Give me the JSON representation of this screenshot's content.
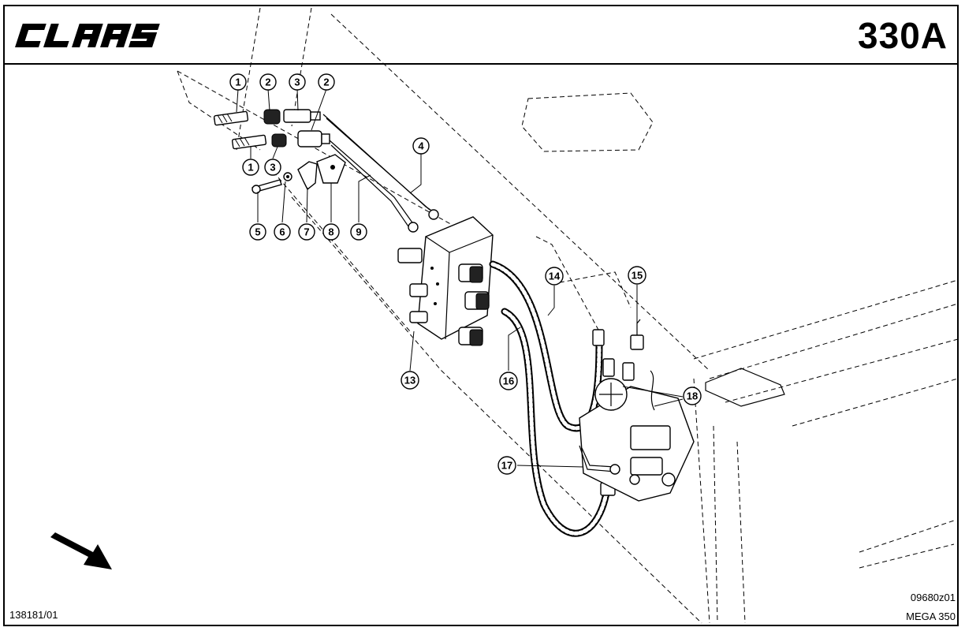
{
  "header": {
    "brand": "CLAAS",
    "page_code": "330A"
  },
  "footer": {
    "drawing_ref_left": "138181/01",
    "drawing_ref_right": "09680z01",
    "model": "MEGA 350"
  },
  "callouts": [
    {
      "id": "c1a",
      "label": "1"
    },
    {
      "id": "c2a",
      "label": "2"
    },
    {
      "id": "c3a",
      "label": "3"
    },
    {
      "id": "c2b",
      "label": "2"
    },
    {
      "id": "c1b",
      "label": "1"
    },
    {
      "id": "c3b",
      "label": "3"
    },
    {
      "id": "c4",
      "label": "4"
    },
    {
      "id": "c5",
      "label": "5"
    },
    {
      "id": "c6",
      "label": "6"
    },
    {
      "id": "c7",
      "label": "7"
    },
    {
      "id": "c8",
      "label": "8"
    },
    {
      "id": "c9",
      "label": "9"
    },
    {
      "id": "c13",
      "label": "13"
    },
    {
      "id": "c14",
      "label": "14"
    },
    {
      "id": "c15",
      "label": "15"
    },
    {
      "id": "c16",
      "label": "16"
    },
    {
      "id": "c17",
      "label": "17"
    },
    {
      "id": "c18",
      "label": "18"
    }
  ],
  "icons": {
    "direction_arrow": "direction-arrow-icon"
  }
}
